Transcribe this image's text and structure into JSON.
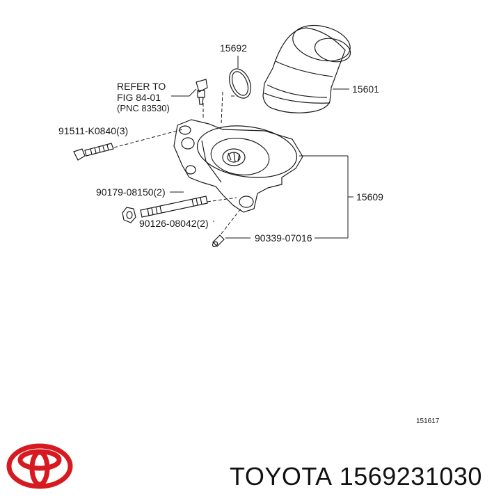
{
  "callouts": {
    "refer_line1": "REFER TO",
    "refer_line2": "FIG 84-01",
    "refer_line3": "(PNC 83530)",
    "p15692": "15692",
    "p15601": "15601",
    "p91511": "91511-K0840(3)",
    "p90179": "90179-08150(2)",
    "p90126": "90126-08042(2)",
    "p15609": "15609",
    "p90339": "90339-07016",
    "figure_number": "151617"
  },
  "footer": {
    "brand": "TOYOTA",
    "part_number": "1569231030"
  },
  "colors": {
    "logo_red": "#d71920",
    "line": "#1a1a1a"
  },
  "icons": {
    "logo": "toyota-logo-icon"
  }
}
